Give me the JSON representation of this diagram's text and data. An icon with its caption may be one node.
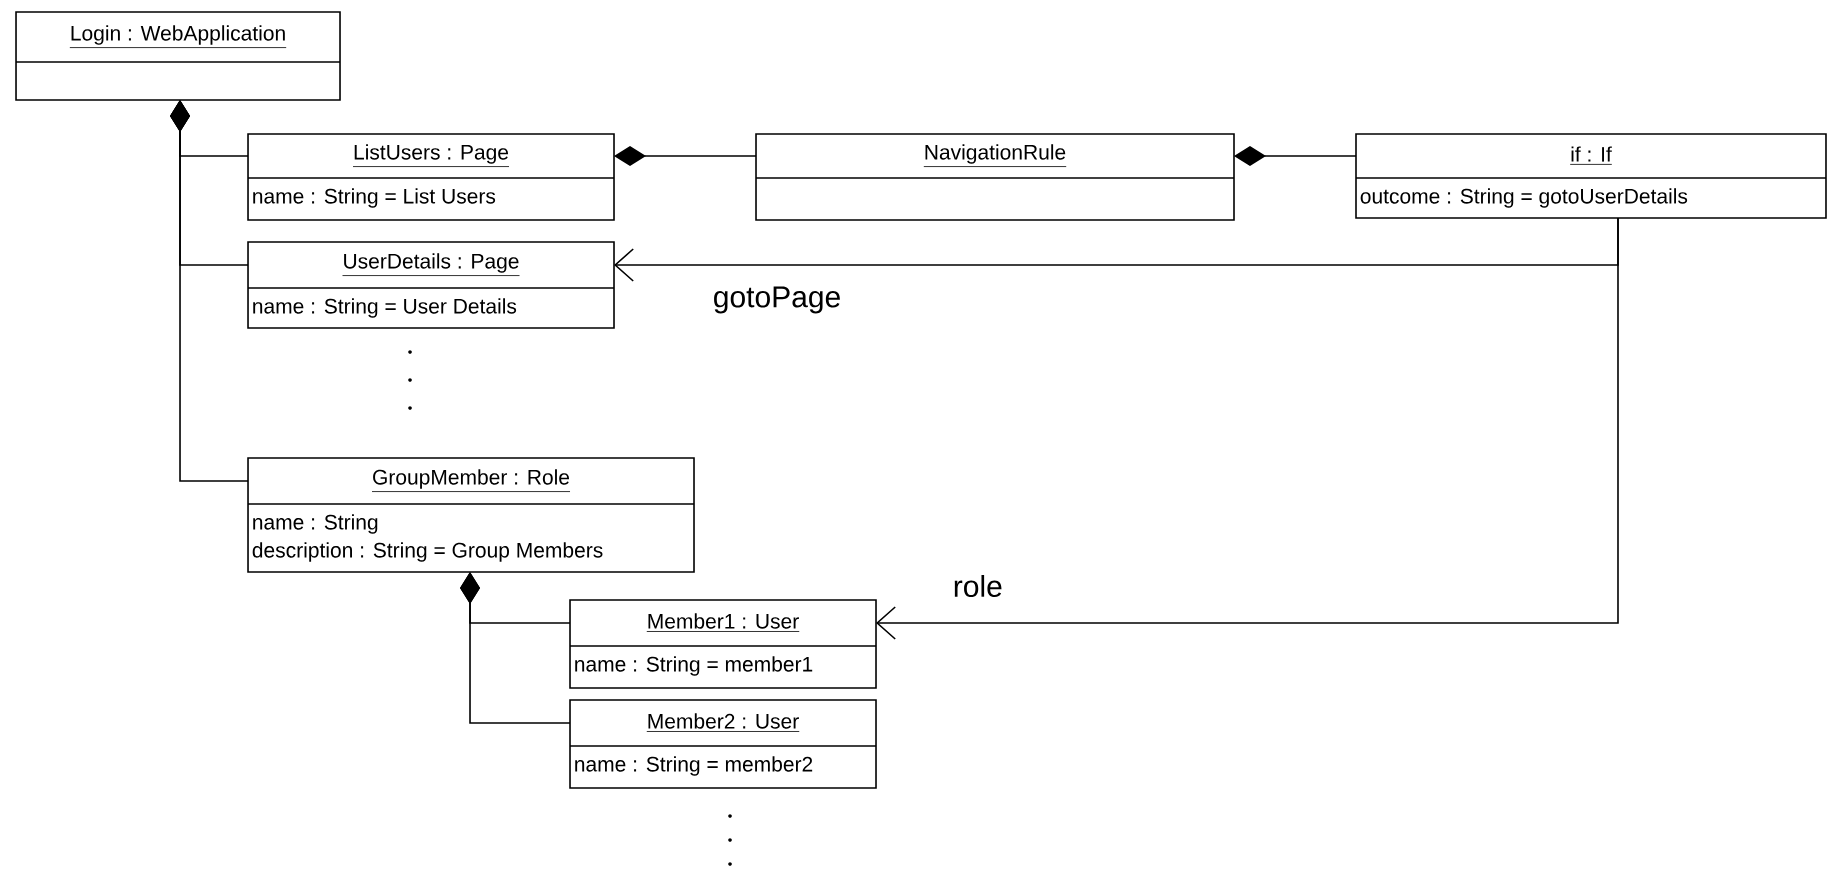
{
  "diagram": {
    "nodes": [
      {
        "text": [
          "Login : WebApplication"
        ]
      },
      {
        "text": [
          "ListUsers : Page",
          "name : String = List Users"
        ]
      },
      {
        "text": [
          "NavigationRule"
        ]
      },
      {
        "text": [
          "if : If",
          "outcome : String = gotoUserDetails"
        ]
      },
      {
        "text": [
          "UserDetails : Page",
          "name : String = User Details"
        ]
      },
      {
        "text": [
          "GroupMember : Role",
          "name : String",
          "description : String = Group Members"
        ]
      },
      {
        "text": [
          "Member1 : User",
          "name : String = member1"
        ]
      },
      {
        "text": [
          "Member2 : User",
          "name : String = member2"
        ]
      }
    ],
    "edges": [
      {
        "from": 0,
        "to": 1,
        "arrow": "other"
      },
      {
        "from": 0,
        "to": 4,
        "arrow": "other"
      },
      {
        "from": 0,
        "to": 5,
        "arrow": "other"
      },
      {
        "from": 1,
        "to": 2,
        "arrow": "other"
      },
      {
        "from": 2,
        "to": 3,
        "arrow": "other"
      },
      {
        "from": 3,
        "to": 4,
        "arrow": "to",
        "label": "gotoPage"
      },
      {
        "from": 3,
        "to": 6,
        "arrow": "to",
        "label": "role"
      },
      {
        "from": 5,
        "to": 6,
        "arrow": "other"
      },
      {
        "from": 5,
        "to": 7,
        "arrow": "other"
      }
    ]
  }
}
